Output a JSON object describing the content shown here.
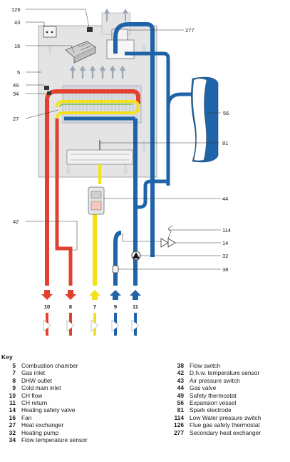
{
  "colors": {
    "hot_pipe": "#e2412e",
    "cold_pipe": "#1f63a8",
    "gas_pipe": "#f3e21a",
    "panel": "#e4e4e4",
    "vessel": "#1f63a8"
  },
  "pipe_labels": [
    "10",
    "8",
    "7",
    "9",
    "11"
  ],
  "callouts": {
    "c126": "126",
    "c43": "43",
    "c16": "16",
    "c5": "5",
    "c49": "49",
    "c34": "34",
    "c27": "27",
    "c42": "42",
    "c277": "277",
    "c56": "56",
    "c81": "81",
    "c44": "44",
    "c114": "114",
    "c14": "14",
    "c32": "32",
    "c38": "38"
  },
  "key": {
    "title": "Key",
    "left": [
      {
        "num": "5",
        "label": "Combustion chamber"
      },
      {
        "num": "7",
        "label": "Gas inlet"
      },
      {
        "num": "8",
        "label": "DHW outlet"
      },
      {
        "num": "9",
        "label": "Cold main inlet"
      },
      {
        "num": "10",
        "label": "CH flow"
      },
      {
        "num": "11",
        "label": "CH return"
      },
      {
        "num": "14",
        "label": "Heating safety valve"
      },
      {
        "num": "16",
        "label": "Fan"
      },
      {
        "num": "27",
        "label": "Heat exchanger"
      },
      {
        "num": "32",
        "label": "Heating pump"
      },
      {
        "num": "34",
        "label": "Flow temperature sensor"
      }
    ],
    "right": [
      {
        "num": "38",
        "label": "Flow switch"
      },
      {
        "num": "42",
        "label": "D.h.w. temperature sensor"
      },
      {
        "num": "43",
        "label": "Air pressure switch"
      },
      {
        "num": "44",
        "label": "Gas valve"
      },
      {
        "num": "49",
        "label": "Safety thermostat"
      },
      {
        "num": "56",
        "label": "Expansion vessel"
      },
      {
        "num": "81",
        "label": "Spark electrode"
      },
      {
        "num": "114",
        "label": "Low Water pressure switch"
      },
      {
        "num": "126",
        "label": "Flue gas safety thermostat"
      },
      {
        "num": "277",
        "label": "Secondary heat exchanger"
      }
    ]
  }
}
